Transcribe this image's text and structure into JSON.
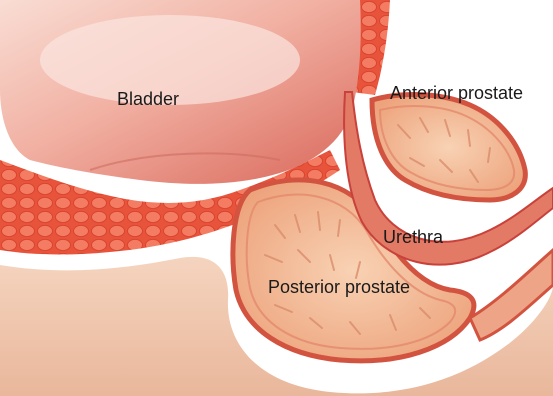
{
  "labels": {
    "bladder": "Bladder",
    "anterior_prostate": "Anterior prostate",
    "urethra": "Urethra",
    "posterior_prostate": "Posterior prostate"
  },
  "colors": {
    "bladder_body": "#e8948a",
    "bladder_highlight": "#f7d3cb",
    "muscle_wall": "#e9563f",
    "tissue_base": "#f2c7ae",
    "prostate_cut": "#f0b48c",
    "urethra": "#e27a66",
    "outline": "#c8413a"
  }
}
